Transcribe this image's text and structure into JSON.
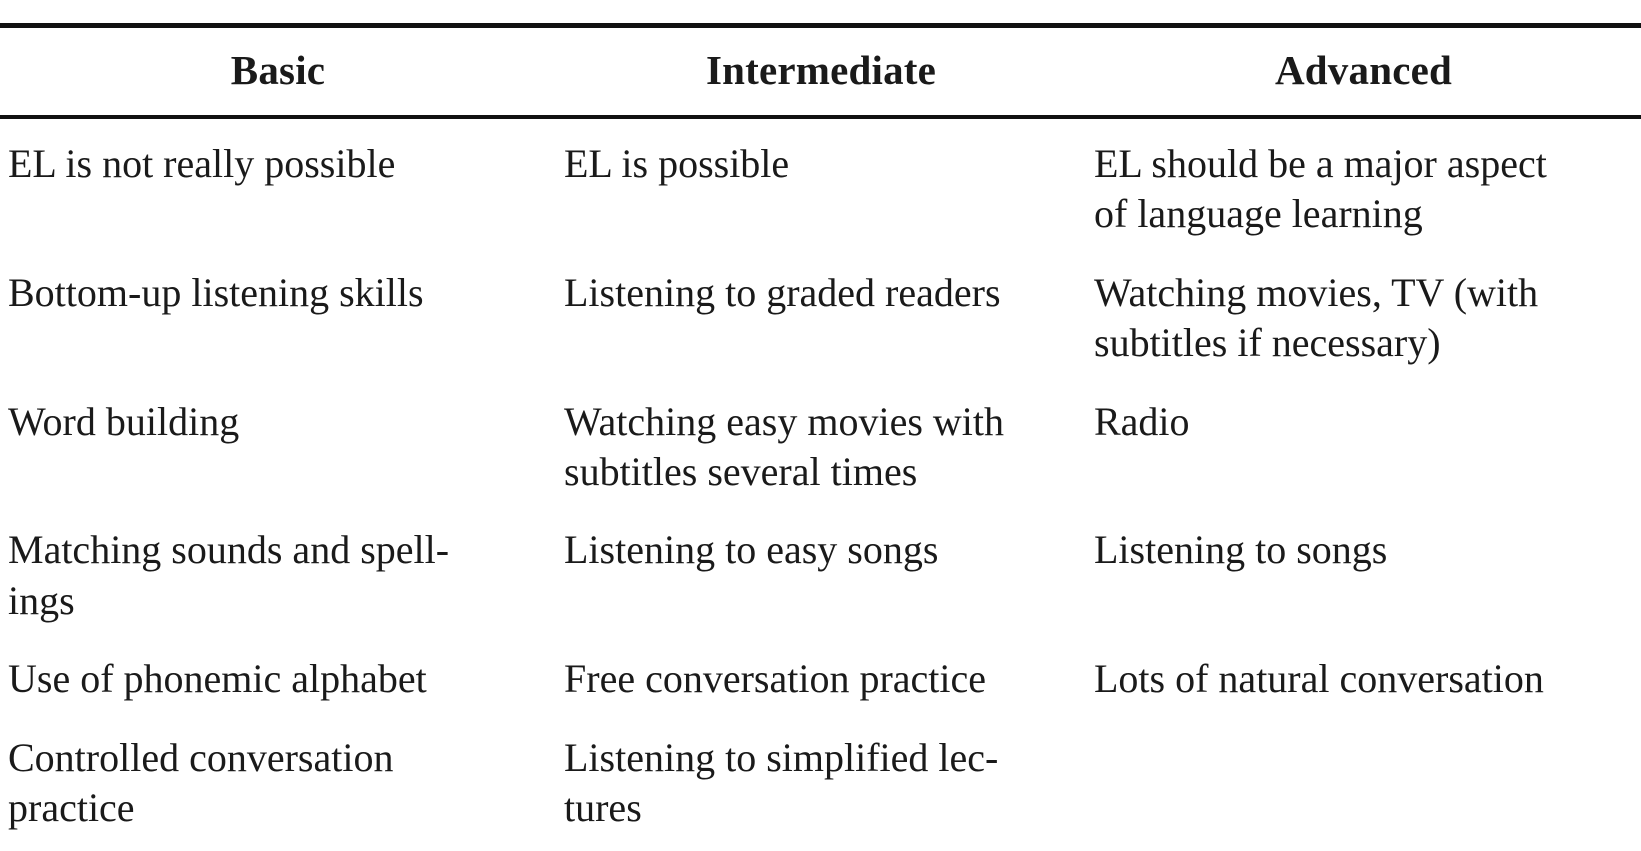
{
  "table": {
    "columns": [
      "Basic",
      "Intermediate",
      "Advanced"
    ],
    "rows": [
      {
        "basic": "EL is not really possible",
        "intermediate": "EL is possible",
        "advanced": "EL should be a major aspect\nof language learning"
      },
      {
        "basic": "Bottom-up listening skills",
        "intermediate": "Listening to graded readers",
        "advanced": "Watching movies, TV (with\nsubtitles if necessary)"
      },
      {
        "basic": "Word building",
        "intermediate": "Watching easy movies with\nsubtitles several times",
        "advanced": "Radio"
      },
      {
        "basic": "Matching sounds and spell-\nings",
        "intermediate": "Listening to easy songs",
        "advanced": "Listening to songs"
      },
      {
        "basic": "Use of phonemic alphabet",
        "intermediate": "Free conversation practice",
        "advanced": "Lots of natural conversation"
      },
      {
        "basic": "Controlled conversation\npractice",
        "intermediate": "Listening to simplified lec-\ntures",
        "advanced": ""
      }
    ]
  },
  "style": {
    "rule_color": "#111111",
    "text_color": "#1a1a1a",
    "background": "#ffffff"
  }
}
